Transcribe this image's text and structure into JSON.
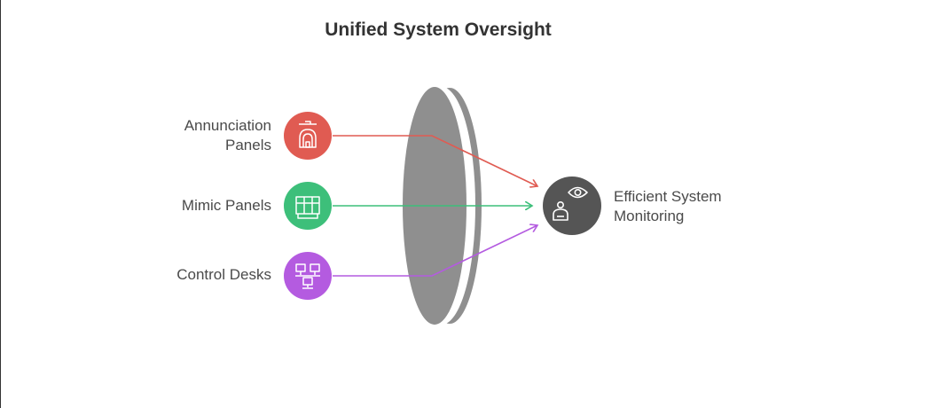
{
  "title": "Unified System Oversight",
  "inputs": [
    {
      "line1": "Annunciation",
      "line2": "Panels",
      "color": "#e05b52",
      "icon": "alarm-bell-icon"
    },
    {
      "line1": "Mimic Panels",
      "line2": "",
      "color": "#3dbf7a",
      "icon": "mimic-panel-icon"
    },
    {
      "line1": "Control Desks",
      "line2": "",
      "color": "#b45be0",
      "icon": "control-desk-icon"
    }
  ],
  "output": {
    "line1": "Efficient System",
    "line2": "Monitoring",
    "color": "#555555",
    "icon": "monitoring-eye-icon"
  },
  "lens_color": "#8f8f8f"
}
